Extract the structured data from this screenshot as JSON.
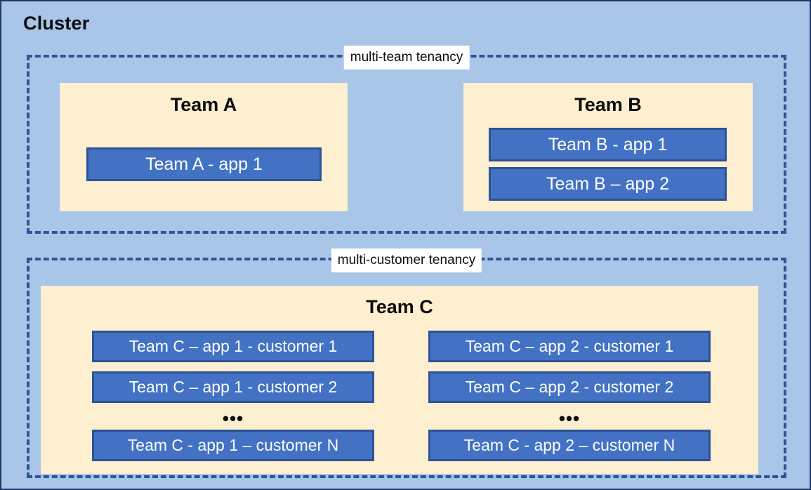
{
  "diagram": {
    "title": "Cluster",
    "colors": {
      "background": "#a9c5e8",
      "team_box": "#fdefd0",
      "app_box": "#4372c4",
      "app_box_border": "#2e5395",
      "dashed_border": "#2f5496",
      "label_background": "#ffffff",
      "text_dark": "#0d0d0d",
      "text_light": "#ffffff"
    },
    "groups": [
      {
        "id": "multi-team",
        "label": "multi-team tenancy",
        "teams": [
          {
            "id": "team-a",
            "title": "Team A",
            "apps": [
              "Team A - app 1"
            ]
          },
          {
            "id": "team-b",
            "title": "Team B",
            "apps": [
              "Team B - app 1",
              "Team B – app 2"
            ]
          }
        ]
      },
      {
        "id": "multi-customer",
        "label": "multi-customer tenancy",
        "teams": [
          {
            "id": "team-c",
            "title": "Team C",
            "columns": [
              {
                "id": "app-1",
                "items": [
                  "Team C – app 1 - customer 1",
                  "Team C – app 1 - customer 2"
                ],
                "ellipsis": "•••",
                "last_item": "Team C - app 1 – customer N"
              },
              {
                "id": "app-2",
                "items": [
                  "Team C – app 2 - customer 1",
                  "Team C – app 2 - customer 2"
                ],
                "ellipsis": "•••",
                "last_item": "Team C - app 2 – customer N"
              }
            ]
          }
        ]
      }
    ]
  }
}
